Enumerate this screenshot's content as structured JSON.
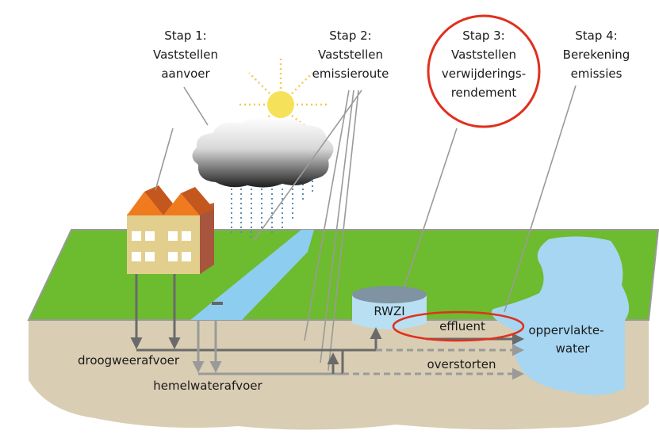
{
  "steps": [
    {
      "title": "Stap 1:",
      "line1": "Vaststellen",
      "line2": "aanvoer",
      "line3": ""
    },
    {
      "title": "Stap 2:",
      "line1": "Vaststellen",
      "line2": "emissieroute",
      "line3": ""
    },
    {
      "title": "Stap 3:",
      "line1": "Vaststellen",
      "line2": "verwijderings-",
      "line3": "rendement"
    },
    {
      "title": "Stap 4:",
      "line1": "Berekening",
      "line2": "emissies",
      "line3": ""
    }
  ],
  "labels": {
    "rwzi": "RWZI",
    "effluent": "effluent",
    "water_line1": "oppervlakte-",
    "water_line2": "water",
    "overstorten": "overstorten",
    "droogweerafvoer": "droogweerafvoer",
    "hemelwaterafvoer": "hemelwaterafvoer"
  },
  "colors": {
    "grass": "#6dbb2e",
    "soil": "#d9cdb3",
    "water": "#9fd3f0",
    "highlight": "#e0301e",
    "arrow": "#6a6a6a",
    "roof": "#f07a1e",
    "wall": "#e2cf8d"
  }
}
